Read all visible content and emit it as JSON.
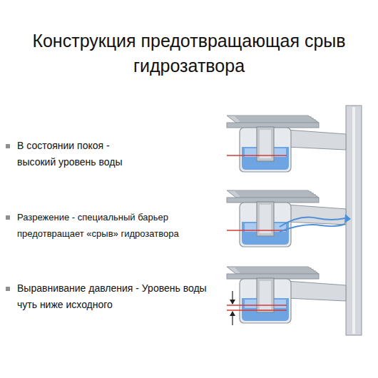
{
  "diagram": {
    "title": "Конструкция предотвращающая срыв гидрозатвора",
    "labels": [
      "В состоянии покоя - высокий уровень воды",
      "Разрежение - специальный барьер предотвращает «срыв» гидрозатвора",
      "Выравнивание давления - Уровень воды чуть ниже исходного"
    ]
  }
}
